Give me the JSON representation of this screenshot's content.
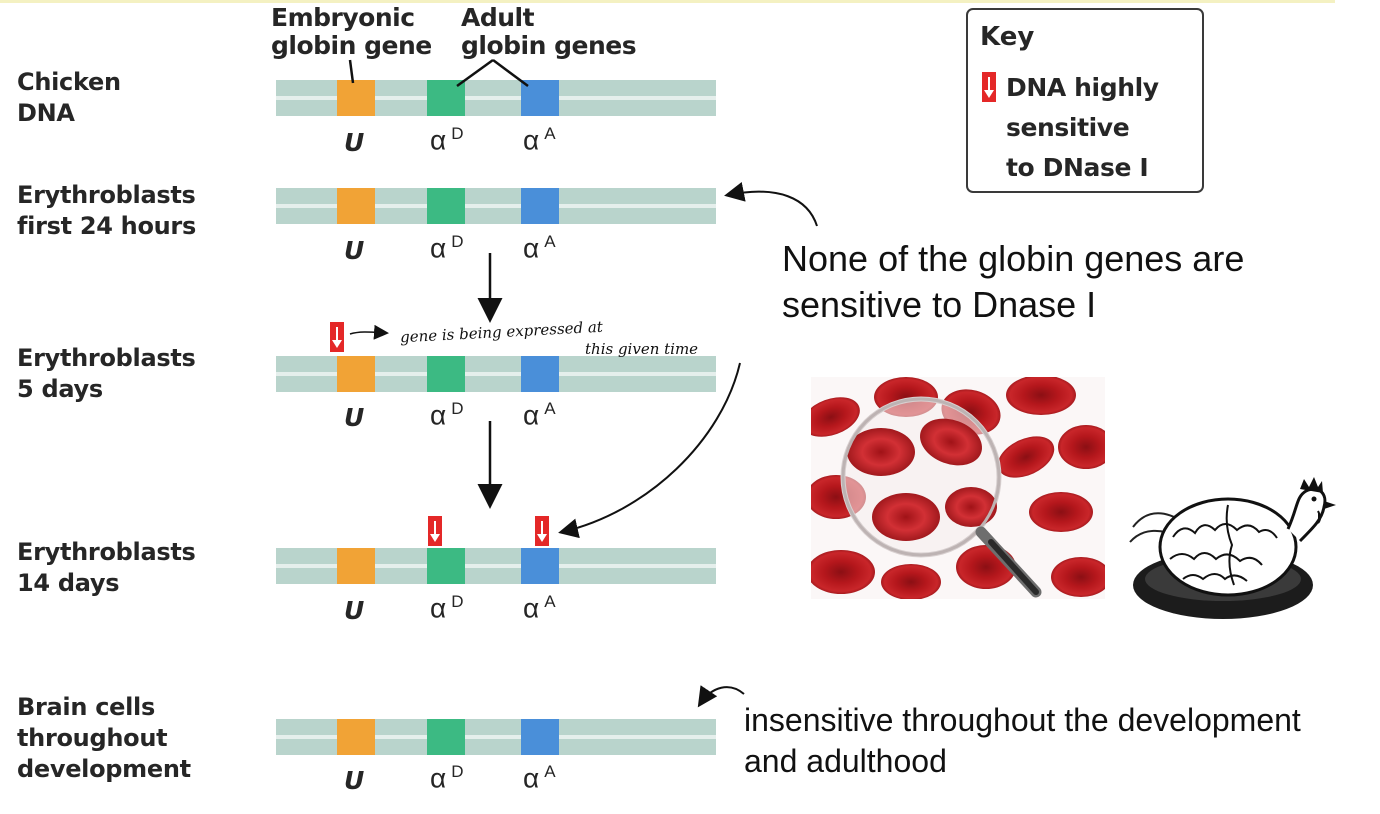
{
  "header": {
    "embryonic_label": "Embryonic\nglobin gene",
    "adult_label": "Adult\nglobin genes"
  },
  "genes": {
    "u": "U",
    "d_base": "α",
    "d_sup": "D",
    "a_base": "α",
    "a_sup": "A"
  },
  "rows": [
    {
      "label": "Chicken\nDNA",
      "sensitive": []
    },
    {
      "label": "Erythroblasts\nfirst 24 hours",
      "sensitive": []
    },
    {
      "label": "Erythroblasts\n5 days",
      "sensitive": [
        "U"
      ]
    },
    {
      "label": "Erythroblasts\n14 days",
      "sensitive": [
        "αD",
        "αA"
      ]
    },
    {
      "label": "Brain cells\nthroughout\ndevelopment",
      "sensitive": []
    }
  ],
  "key": {
    "title": "Key",
    "text": "DNA highly\nsensitive\nto DNase I"
  },
  "annotations": {
    "none_sensitive": "None of the globin genes are\nsensitive to Dnase I",
    "insensitive": "insensitive throughout the development\nand adulthood",
    "handwritten_line1": "gene is being expressed at",
    "handwritten_line2": "this given time"
  },
  "colors": {
    "strand": "#b9d4cc",
    "gene_u": "#f1a336",
    "gene_alpha_d": "#3cba83",
    "gene_alpha_a": "#4a8fd9",
    "marker": "#e42828"
  }
}
